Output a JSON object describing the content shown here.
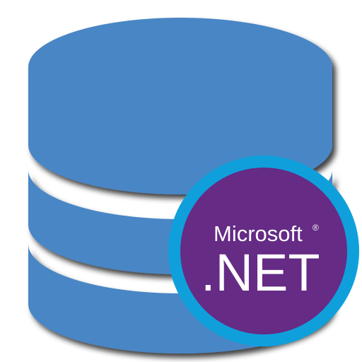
{
  "colors": {
    "database_fill": "#4a86c5",
    "database_shadow": "#2b2b2b",
    "badge_ring": "#0fa0dc",
    "badge_fill": "#652b85",
    "badge_text": "#ffffff",
    "background": "#ffffff"
  },
  "icon": {
    "database": "database-icon",
    "badge": "dotnet-logo-badge"
  },
  "badge": {
    "brand": "Microsoft",
    "registered": "®",
    "product": ".NET"
  }
}
